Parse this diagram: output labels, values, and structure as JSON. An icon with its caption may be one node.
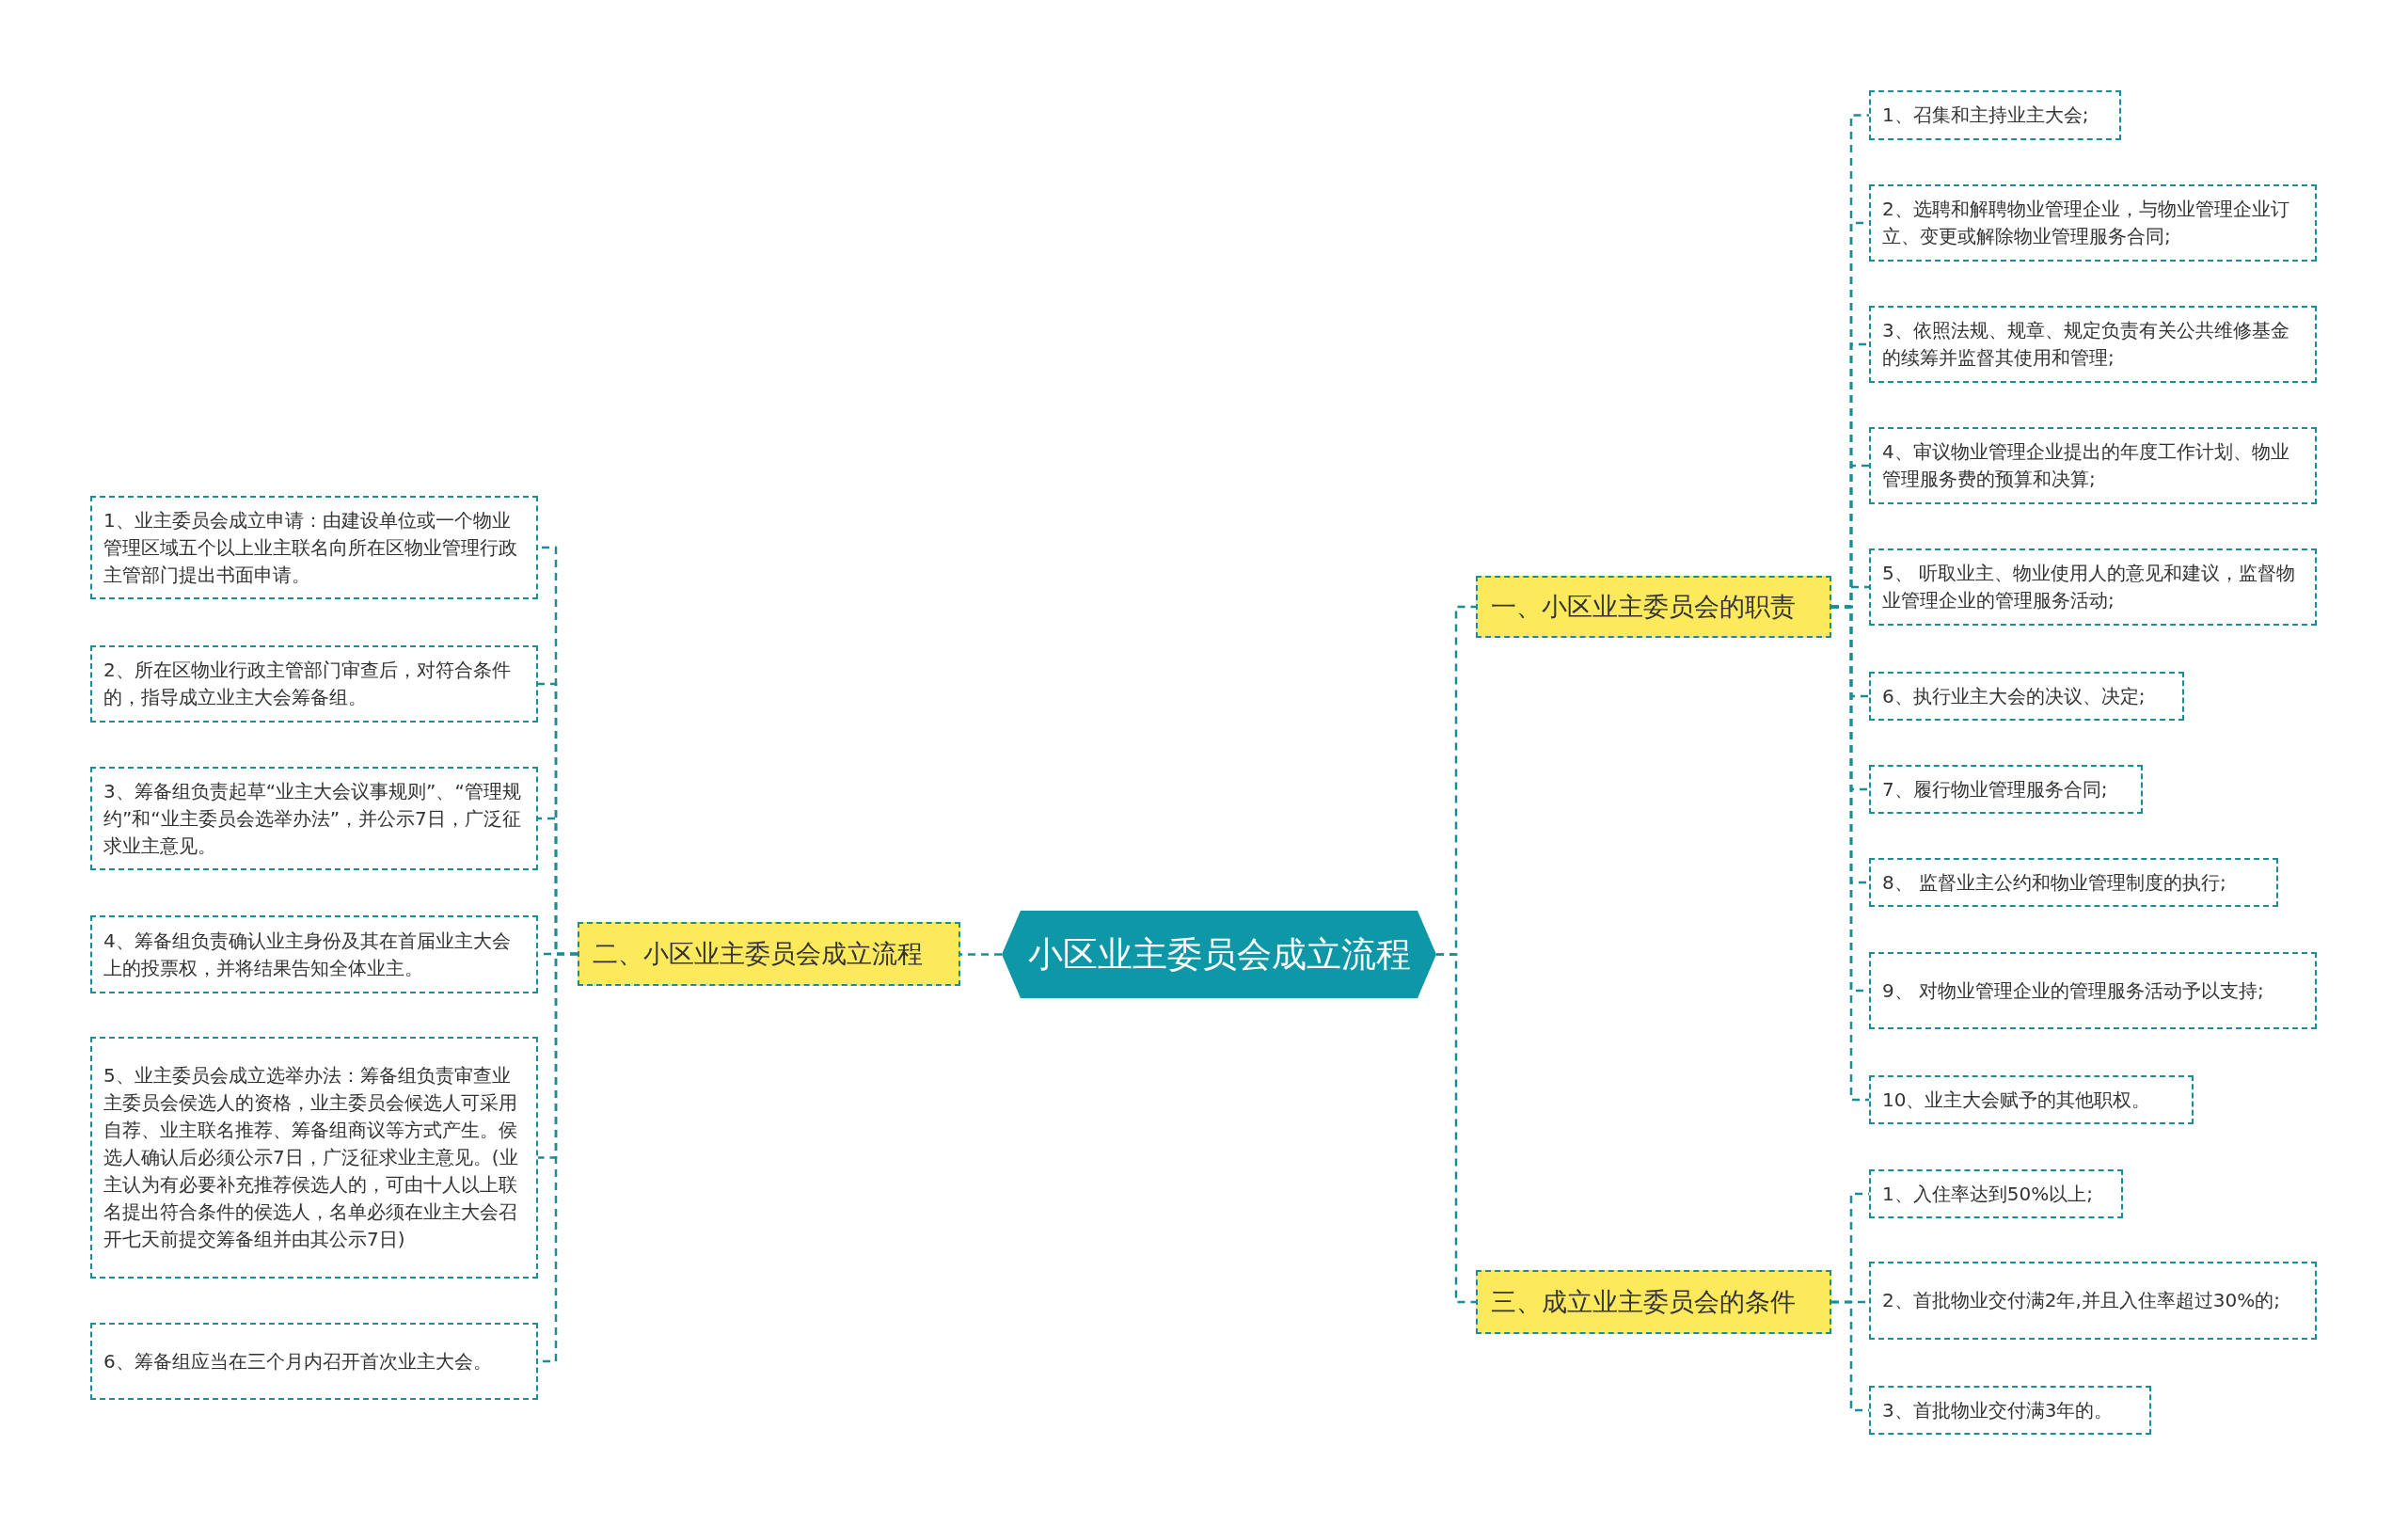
{
  "diagram": {
    "nodes": [
      {
        "text": [
          "小区业主委员会成立流程"
        ]
      },
      {
        "text": [
          "一、小区业主委员会的职责"
        ]
      },
      {
        "text": [
          "1、召集和主持业主大会;"
        ]
      },
      {
        "text": [
          "2、选聘和解聘物业管理企业，与物业管理企业订立、变更或解除物业管理服务合同;"
        ]
      },
      {
        "text": [
          "3、依照法规、规章、规定负责有关公共维修基金的续筹并监督其使用和管理;"
        ]
      },
      {
        "text": [
          "4、审议物业管理企业提出的年度工作计划、物业管理服务费的预算和决算;"
        ]
      },
      {
        "text": [
          "5、 听取业主、物业使用人的意见和建议，监督物业管理企业的管理服务活动;"
        ]
      },
      {
        "text": [
          "6、执行业主大会的决议、决定;"
        ]
      },
      {
        "text": [
          "7、履行物业管理服务合同;"
        ]
      },
      {
        "text": [
          "8、 监督业主公约和物业管理制度的执行;"
        ]
      },
      {
        "text": [
          "9、 对物业管理企业的管理服务活动予以支持;"
        ]
      },
      {
        "text": [
          "10、业主大会赋予的其他职权。"
        ]
      },
      {
        "text": [
          "二、小区业主委员会成立流程"
        ]
      },
      {
        "text": [
          "1、业主委员会成立申请：由建设单位或一个物业管理区域五个以上业主联名向所在区物业管理行政主管部门提出书面申请。"
        ]
      },
      {
        "text": [
          "2、所在区物业行政主管部门审查后，对符合条件的，指导成立业主大会筹备组。"
        ]
      },
      {
        "text": [
          "3、筹备组负责起草“业主大会议事规则”、“管理规约”和“业主委员会选举办法”，并公示7日，广泛征求业主意见。"
        ]
      },
      {
        "text": [
          "4、筹备组负责确认业主身份及其在首届业主大会上的投票权，并将结果告知全体业主。"
        ]
      },
      {
        "text": [
          "5、业主委员会成立选举办法：筹备组负责审查业主委员会侯选人的资格，业主委员会候选人可采用自荐、业主联名推荐、筹备组商议等方式产生。侯选人确认后必须公示7日，广泛征求业主意见。(业主认为有必要补充推荐侯选人的，可由十人以上联名提出符合条件的侯选人，名单必须在业主大会召开七天前提交筹备组并由其公示7日)"
        ]
      },
      {
        "text": [
          "6、筹备组应当在三个月内召开首次业主大会。"
        ]
      },
      {
        "text": [
          "三、成立业主委员会的条件"
        ]
      },
      {
        "text": [
          "1、入住率达到50%以上;"
        ]
      },
      {
        "text": [
          "2、首批物业交付满2年,并且入住率超过30%的;"
        ]
      },
      {
        "text": [
          "3、首批物业交付满3年的。"
        ]
      }
    ],
    "edges": [
      {
        "from": 0,
        "to": 1,
        "arrow": "none"
      },
      {
        "from": 1,
        "to": 2,
        "arrow": "none"
      },
      {
        "from": 1,
        "to": 3,
        "arrow": "none"
      },
      {
        "from": 1,
        "to": 4,
        "arrow": "none"
      },
      {
        "from": 1,
        "to": 5,
        "arrow": "none"
      },
      {
        "from": 1,
        "to": 6,
        "arrow": "none"
      },
      {
        "from": 1,
        "to": 7,
        "arrow": "none"
      },
      {
        "from": 1,
        "to": 8,
        "arrow": "none"
      },
      {
        "from": 1,
        "to": 9,
        "arrow": "none"
      },
      {
        "from": 1,
        "to": 10,
        "arrow": "none"
      },
      {
        "from": 1,
        "to": 11,
        "arrow": "none"
      },
      {
        "from": 0,
        "to": 12,
        "arrow": "none"
      },
      {
        "from": 12,
        "to": 13,
        "arrow": "none"
      },
      {
        "from": 12,
        "to": 14,
        "arrow": "none"
      },
      {
        "from": 12,
        "to": 15,
        "arrow": "none"
      },
      {
        "from": 12,
        "to": 16,
        "arrow": "none"
      },
      {
        "from": 12,
        "to": 17,
        "arrow": "none"
      },
      {
        "from": 12,
        "to": 18,
        "arrow": "none"
      },
      {
        "from": 0,
        "to": 19,
        "arrow": "none"
      },
      {
        "from": 19,
        "to": 20,
        "arrow": "none"
      },
      {
        "from": 19,
        "to": 21,
        "arrow": "none"
      },
      {
        "from": 19,
        "to": 22,
        "arrow": "none"
      }
    ]
  }
}
